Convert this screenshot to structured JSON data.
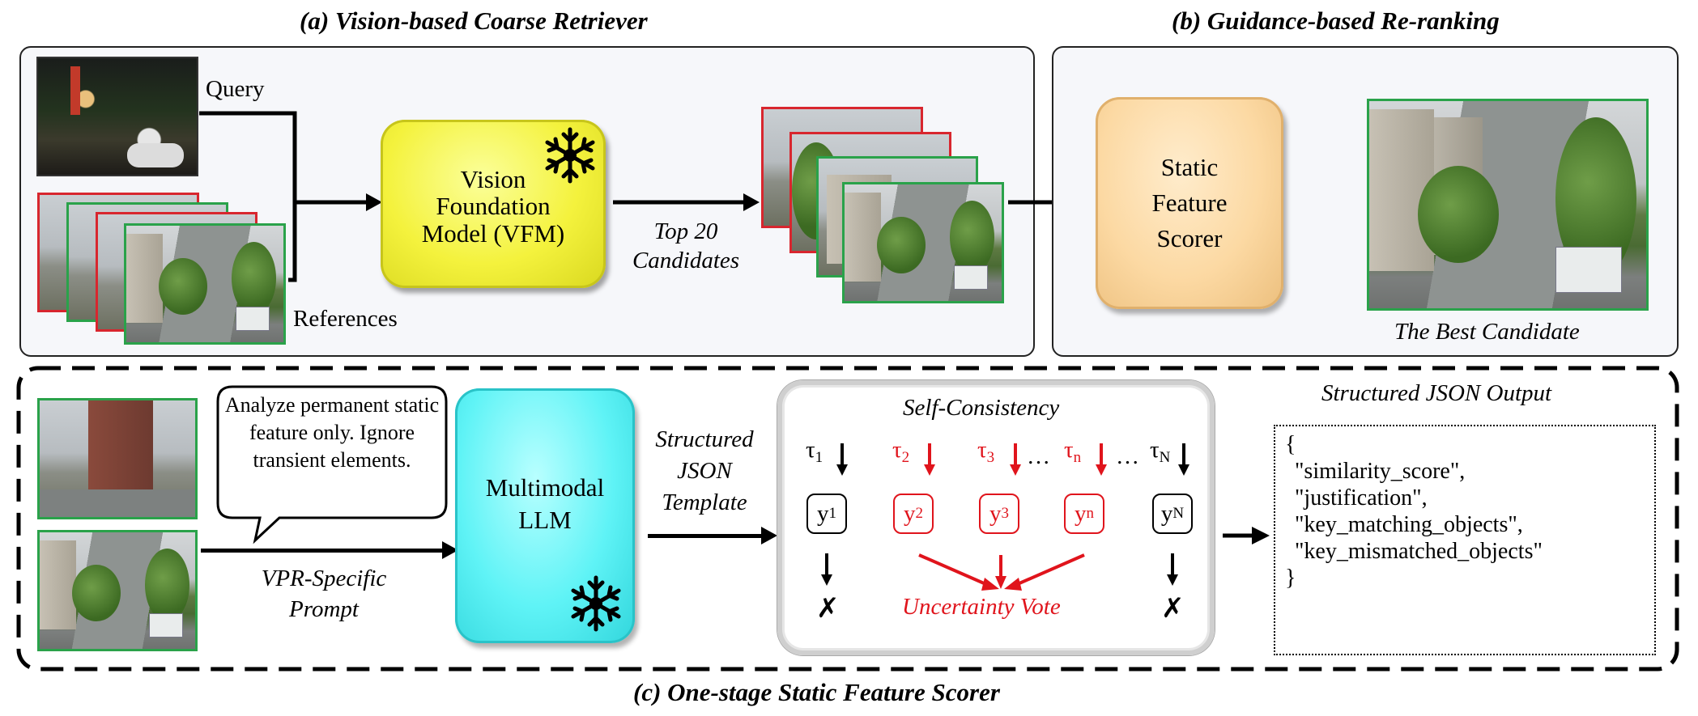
{
  "panel_a": {
    "title": "(a) Vision-based Coarse Retriever",
    "query_label": "Query",
    "references_label": "References",
    "vfm_label": "Vision Foundation Model (VFM)",
    "frozen_icon": "snowflake-icon",
    "candidates_label_line1": "Top 20",
    "candidates_label_line2": "Candidates"
  },
  "panel_b": {
    "title": "(b) Guidance-based Re-ranking",
    "scorer_label": "Static Feature Scorer",
    "best_label": "The Best Candidate"
  },
  "panel_c": {
    "title": "(c) One-stage Static Feature Scorer",
    "prompt_bubble": "Analyze permanent static feature only. Ignore transient elements.",
    "prompt_caption_line1": "VPR-Specific",
    "prompt_caption_line2": "Prompt",
    "llm_label": "Multimodal LLM",
    "template_line1": "Structured",
    "template_line2": "JSON",
    "template_line3": "Template",
    "self_consistency_title": "Self-Consistency",
    "taus": [
      {
        "symbol": "τ",
        "sub": "1",
        "highlight": false
      },
      {
        "symbol": "τ",
        "sub": "2",
        "highlight": true
      },
      {
        "symbol": "τ",
        "sub": "3",
        "highlight": true
      },
      {
        "symbol": "τ",
        "sub": "n",
        "highlight": true
      },
      {
        "symbol": "τ",
        "sub": "N",
        "highlight": false
      }
    ],
    "ellipsis": "…",
    "outputs": [
      {
        "symbol": "y",
        "sub": "1"
      },
      {
        "symbol": "y",
        "sub": "2"
      },
      {
        "symbol": "y",
        "sub": "3"
      },
      {
        "symbol": "y",
        "sub": "n"
      },
      {
        "symbol": "y",
        "sub": "N"
      }
    ],
    "reject_mark": "✗",
    "vote_label": "Uncertainty Vote",
    "json_title": "Structured JSON Output",
    "json_lines": [
      "{",
      "\"similarity_score\",",
      "\"justification\",",
      "\"key_matching_objects\",",
      "\"key_mismatched_objects\"",
      "}"
    ]
  },
  "colors": {
    "accent_red": "#e0141c",
    "vfm_yellow": "#f4f23d",
    "scorer_orange": "#fcd9a3",
    "llm_cyan": "#5ff3f6",
    "match_green": "#2aa24a",
    "mismatch_red": "#d8262e"
  }
}
